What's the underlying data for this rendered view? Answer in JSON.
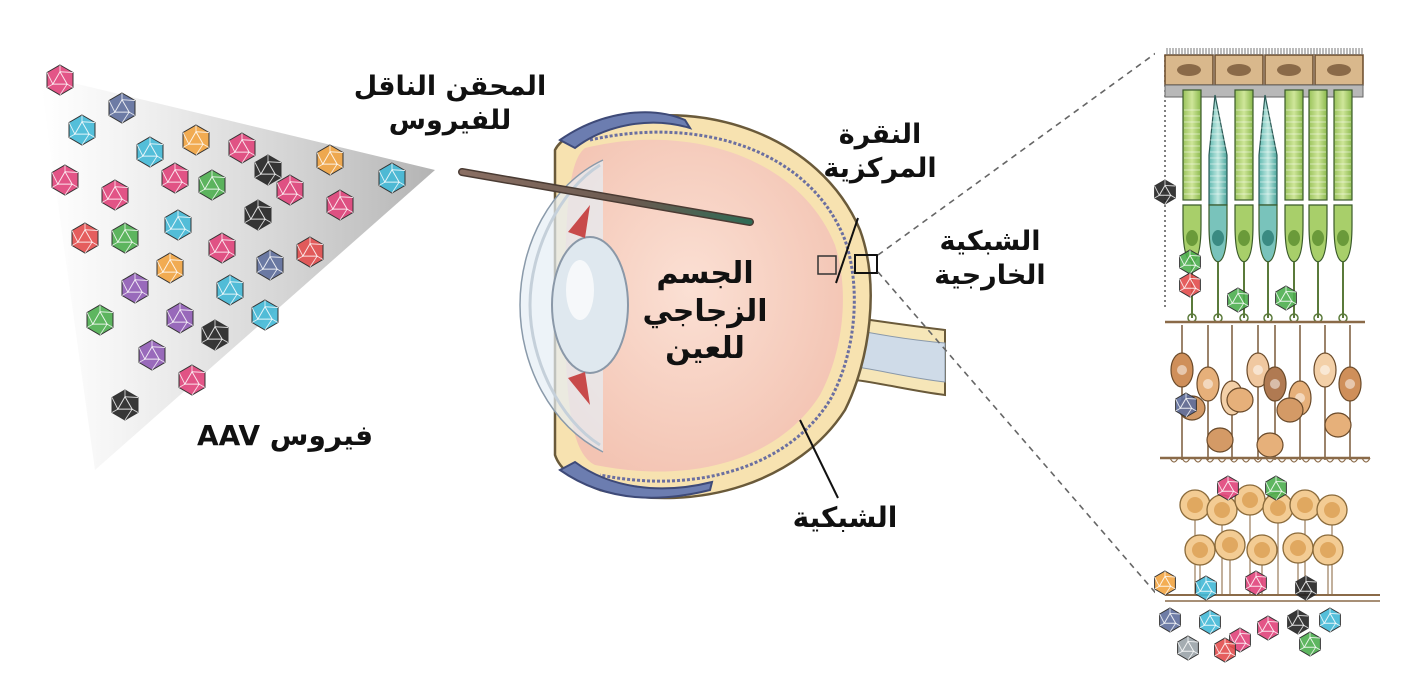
{
  "labels": {
    "syringe": [
      "المحقن الناقل",
      "للفيروس"
    ],
    "fovea": [
      "النقرة",
      "المركزية"
    ],
    "outer_retina": [
      "الشبكية",
      "الخارجية"
    ],
    "vitreous": [
      "الجسم",
      "الزجاجي",
      "للعين"
    ],
    "retina": "الشبكية",
    "aav": "فيروس AAV"
  },
  "virus_colors": [
    "#e0437a",
    "#41b8d6",
    "#8f5bb5",
    "#4cae4f",
    "#f2a441",
    "#5e6e9c",
    "#e24d4d",
    "#222222",
    "#9aa3a8"
  ]
}
